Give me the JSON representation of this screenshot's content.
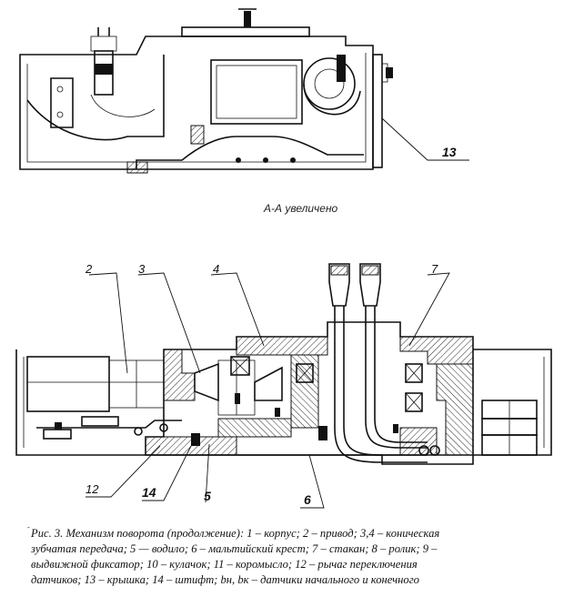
{
  "top_view": {
    "callouts": [
      {
        "id": "13",
        "text": "13"
      }
    ]
  },
  "section": {
    "title": "А-А  увеличено"
  },
  "bottom_view": {
    "callouts": [
      {
        "id": "2",
        "text": "2"
      },
      {
        "id": "3",
        "text": "3"
      },
      {
        "id": "4",
        "text": "4"
      },
      {
        "id": "7",
        "text": "7"
      },
      {
        "id": "12",
        "text": "12"
      },
      {
        "id": "14",
        "text": "14"
      },
      {
        "id": "5",
        "text": "5"
      },
      {
        "id": "6",
        "text": "6"
      }
    ]
  },
  "caption": {
    "lines": [
      "Рис. 3. Механизм поворота (продолжение): 1 – корпус; 2 – привод; 3,4 –  коническая",
      "зубчатая передача; 5 — водило; 6 – мальтийский крест; 7 –  стакан; 8 – ролик; 9 –",
      "выдвижной фиксатор; 10 – кулачок; 11 – коромысло; 12 – рычаг переключения",
      "датчиков; 13 – крышка; 14 – штифт;  bн, bк – датчики  начального и  конечного"
    ],
    "marker": "-"
  }
}
